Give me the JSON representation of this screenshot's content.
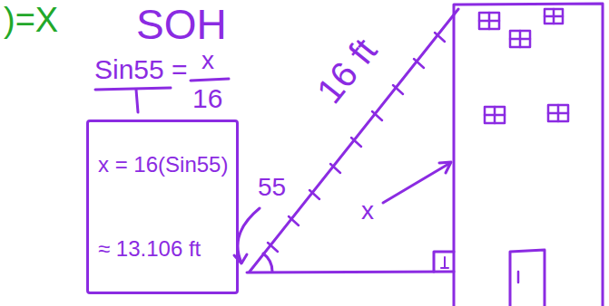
{
  "diagram": {
    "nodes": [
      {
        "text": [
          "x = 16(Sin55)",
          "≈ 13.106 ft"
        ]
      }
    ],
    "labels": [
      ")=X",
      "SOH",
      "Sin55 =",
      "x",
      "16",
      "16 ft",
      "55",
      "x"
    ]
  }
}
